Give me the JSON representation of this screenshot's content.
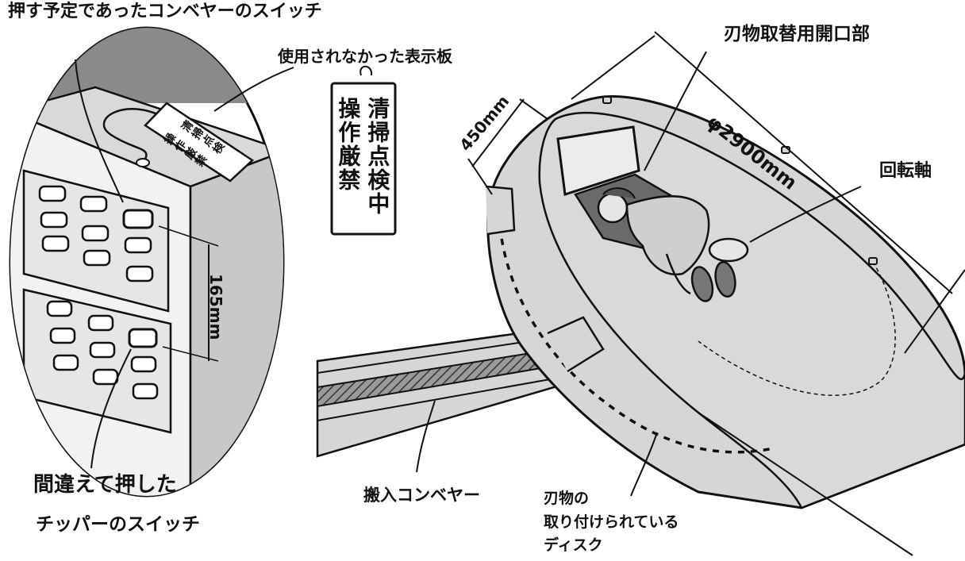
{
  "labels": {
    "conveyor_switch": "押す予定であったコンベヤーのスイッチ",
    "unused_sign": "使用されなかった表示板",
    "blade_opening": "刃物取替用開口部",
    "diameter": "φ2900mm",
    "depth": "450mm",
    "rotation_axis": "回転軸",
    "height": "165mm",
    "mistaken_switch_line1": "間違えて押した",
    "mistaken_switch_line2": "チッパーのスイッチ",
    "infeed_conveyor": "搬入コンベヤー",
    "blade_disc_line1": "刃物の",
    "blade_disc_line2": "取り付けられている",
    "blade_disc_line3": "ディスク"
  },
  "sign": {
    "col1": "清掃点検中",
    "col2": "操作厳禁"
  },
  "mini_sign": {
    "col1": "清掃点検",
    "col2": "操作厳禁"
  },
  "colors": {
    "machine_fill": "#d6d6d6",
    "background_dark": "#8a8a8a",
    "line": "#111111"
  }
}
